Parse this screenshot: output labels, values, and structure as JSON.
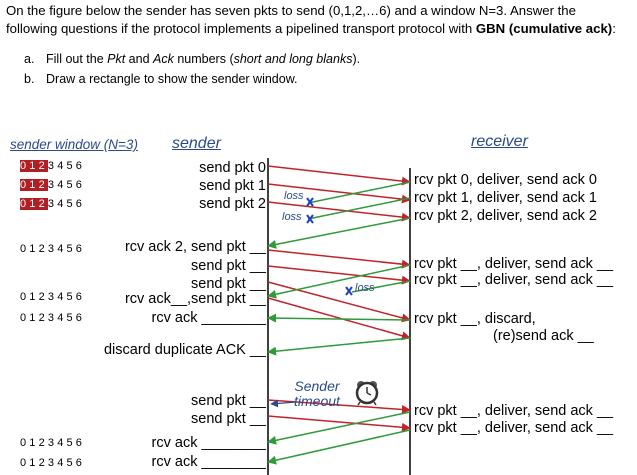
{
  "intro": {
    "line1": "On the figure below the sender has seven pkts to send (0,1,2,…6) and a window N=3. Answer the",
    "line2_pre": "following questions if the protocol implements a pipelined transport protocol with ",
    "line2_bold": "GBN (cumulative ack)",
    "line2_post": ":"
  },
  "questions": [
    {
      "label": "a.",
      "pre": "Fill out the ",
      "em1": "Pkt",
      "mid": " and ",
      "em2": "Ack",
      "post": " numbers (",
      "em3": "short and long blanks",
      "end": ")."
    },
    {
      "label": "b.",
      "text": "Draw a rectangle to show the sender window."
    }
  ],
  "headers": {
    "window": "sender window (N=3)",
    "sender": "sender",
    "receiver": "receiver"
  },
  "window_rows": [
    {
      "digits": [
        "0",
        "1",
        "2",
        "3",
        "4",
        "5",
        "6"
      ],
      "highlight": 3
    },
    {
      "digits": [
        "0",
        "1",
        "2",
        "3",
        "4",
        "5",
        "6"
      ],
      "highlight": 3
    },
    {
      "digits": [
        "0",
        "1",
        "2",
        "3",
        "4",
        "5",
        "6"
      ],
      "highlight": 3
    },
    {
      "digits": [
        "0",
        "1",
        "2",
        "3",
        "4",
        "5",
        "6"
      ],
      "highlight": 0
    },
    {
      "digits": [
        "0",
        "1",
        "2",
        "3",
        "4",
        "5",
        "6"
      ],
      "highlight": 0
    },
    {
      "digits": [
        "0",
        "1",
        "2",
        "3",
        "4",
        "5",
        "6"
      ],
      "highlight": 0
    },
    {
      "digits": [
        "0",
        "1",
        "2",
        "3",
        "4",
        "5",
        "6"
      ],
      "highlight": 0
    },
    {
      "digits": [
        "0",
        "1",
        "2",
        "3",
        "4",
        "5",
        "6"
      ],
      "highlight": 0
    }
  ],
  "sender_lines": [
    "send  pkt 0",
    "send  pkt 1",
    "send  pkt 2",
    "rcv ack 2, send pkt __",
    "send pkt __",
    "send pkt __",
    "rcv ack__,send pkt __",
    "rcv ack ________",
    "discard duplicate ACK __",
    "send  pkt __",
    "send  pkt __",
    "rcv ack ________",
    "rcv ack ________"
  ],
  "receiver_lines": [
    "rcv pkt 0, deliver, send ack 0",
    "rcv pkt 1, deliver, send ack 1",
    "rcv pkt 2, deliver, send ack 2",
    "rcv pkt __, deliver, send ack __",
    "rcv pkt __, deliver, send ack __",
    "rcv pkt __, discard,",
    "(re)send ack __",
    "rcv pkt __, deliver, send ack __",
    "rcv pkt __, deliver, send ack __"
  ],
  "loss_labels": [
    "loss",
    "loss",
    "loss"
  ],
  "timeout": {
    "line1": "Sender",
    "line2": "timeout"
  },
  "colors": {
    "packet": "#c0232a",
    "ack": "#2e9a3a",
    "loss_x": "#2040c0",
    "header": "#2b4a8a",
    "window_highlight": "#b11f24"
  },
  "icons": {
    "timeout": "alarm-clock-icon",
    "loss": "x-mark-icon"
  }
}
